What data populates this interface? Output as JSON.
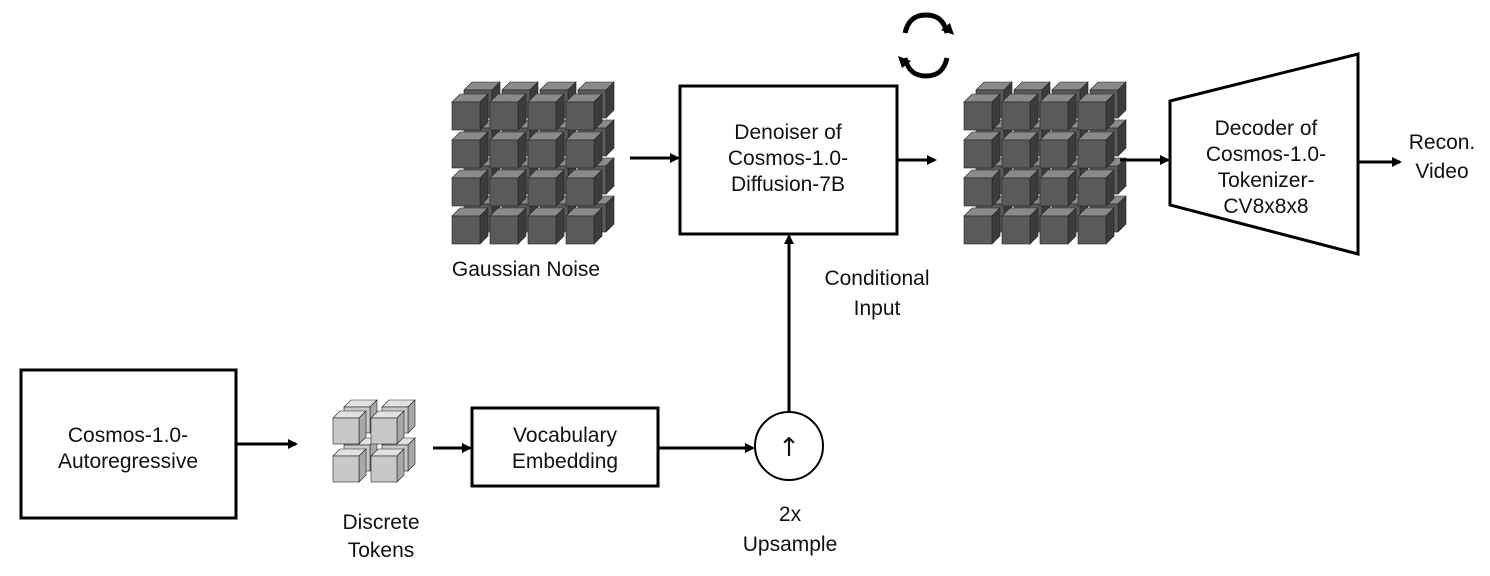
{
  "nodes": {
    "autoregressive": {
      "line1": "Cosmos-1.0-",
      "line2": "Autoregressive"
    },
    "discrete_tokens": {
      "line1": "Discrete",
      "line2": "Tokens"
    },
    "vocabulary_embedding": {
      "line1": "Vocabulary",
      "line2": "Embedding"
    },
    "upsample": {
      "symbol": "↑",
      "line1": "2x",
      "line2": "Upsample"
    },
    "conditional_input": {
      "line1": "Conditional",
      "line2": "Input"
    },
    "gaussian_noise": {
      "label": "Gaussian Noise"
    },
    "denoiser": {
      "line1": "Denoiser of",
      "line2": "Cosmos-1.0-",
      "line3": "Diffusion-7B"
    },
    "decoder": {
      "line1": "Decoder of",
      "line2": "Cosmos-1.0-",
      "line3": "Tokenizer-",
      "line4": "CV8x8x8"
    },
    "output": {
      "line1": "Recon.",
      "line2": "Video"
    }
  },
  "colors": {
    "noise_cube_front": "#5a5a5a",
    "noise_cube_top": "#8a8a8a",
    "noise_cube_side": "#3c3c3c",
    "token_cube_front": "#c8c8c8",
    "token_cube_top": "#e2e2e2",
    "token_cube_side": "#a8a8a8",
    "stroke": "#000000"
  },
  "icons": {
    "loop": "loop-icon"
  }
}
